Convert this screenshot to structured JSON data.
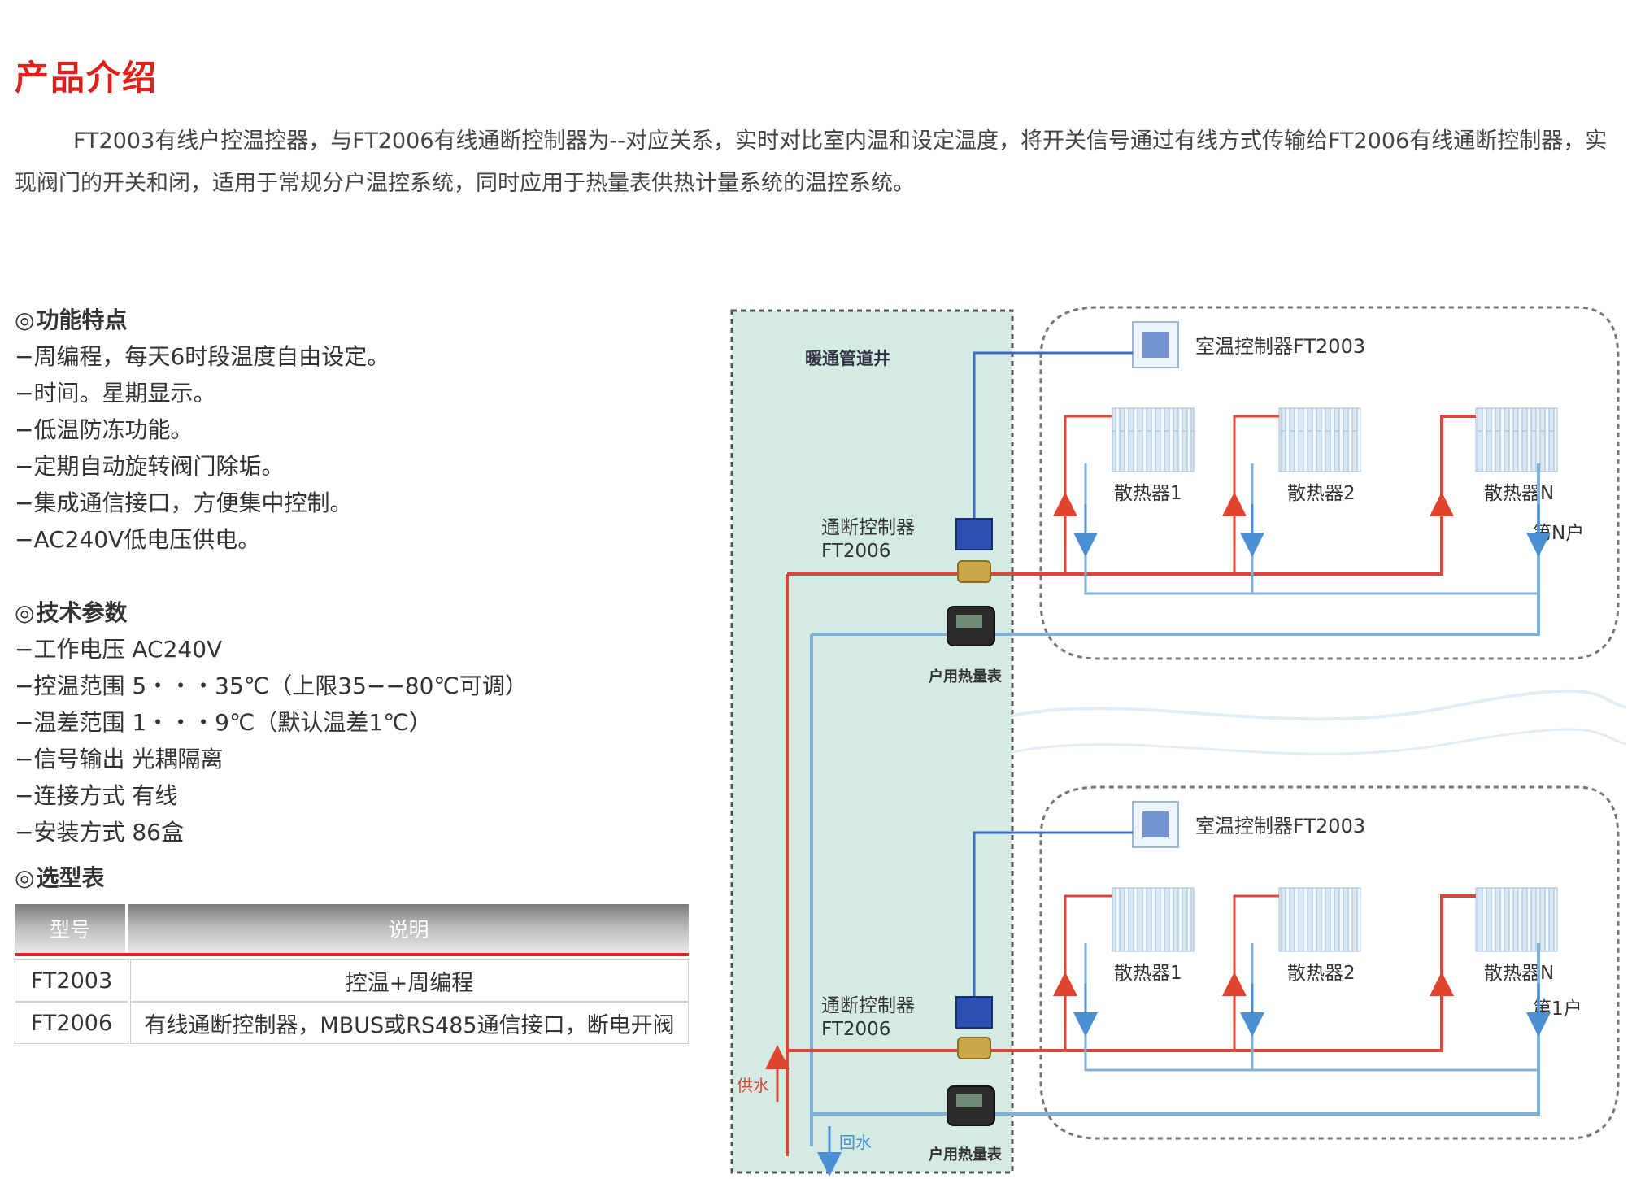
{
  "page": {
    "title": "产品介绍",
    "intro": "FT2003有线户控温控器，与FT2006有线通断控制器为--对应关系，实时对比室内温和设定温度，将开关信号通过有线方式传输给FT2006有线通断控制器，实现阀门的开关和闭，适用于常规分户温控系统，同时应用于热量表供热计量系统的温控系统。"
  },
  "features": {
    "heading": "功能特点",
    "items": [
      "−周编程，每天6时段温度自由设定。",
      "−时间。星期显示。",
      "−低温防冻功能。",
      "−定期自动旋转阀门除垢。",
      "−集成通信接口，方便集中控制。",
      "−AC240V低电压供电。"
    ]
  },
  "specs": {
    "heading": "技术参数",
    "items": [
      "−工作电压 AC240V",
      "−控温范围 5・・・35℃（上限35−−80℃可调）",
      "−温差范围 1・・・9℃（默认温差1℃）",
      "−信号输出 光耦隔离",
      "−连接方式 有线",
      "−安装方式 86盒"
    ]
  },
  "selection": {
    "heading": "选型表",
    "col_model": "型号",
    "col_desc": "说明",
    "rows": [
      {
        "model": "FT2003",
        "desc": "控温+周编程"
      },
      {
        "model": "FT2006",
        "desc": "有线通断控制器，MBUS或RS485通信接口，断电开阀"
      }
    ]
  },
  "diagram": {
    "shaft_label": "暖通管道井",
    "top_unit": {
      "thermostat": "室温控制器FT2003",
      "radiators": [
        "散热器1",
        "散热器2",
        "散热器N"
      ],
      "household": "第N户",
      "valve_name": "通断控制器",
      "valve_model": "FT2006",
      "meter": "户用热量表"
    },
    "bottom_unit": {
      "thermostat": "室温控制器FT2003",
      "radiators": [
        "散热器1",
        "散热器2",
        "散热器N"
      ],
      "household": "第1户",
      "valve_name": "通断控制器",
      "valve_model": "FT2006",
      "meter": "户用热量表"
    },
    "supply_label": "供水",
    "return_label": "回水"
  },
  "colors": {
    "accent_red": "#e0201a",
    "shaft_fill": "#d4ebe3",
    "supply_pipe": "#d9483b",
    "return_pipe": "#7fb0d8",
    "signal_wire": "#3d6bc4"
  }
}
